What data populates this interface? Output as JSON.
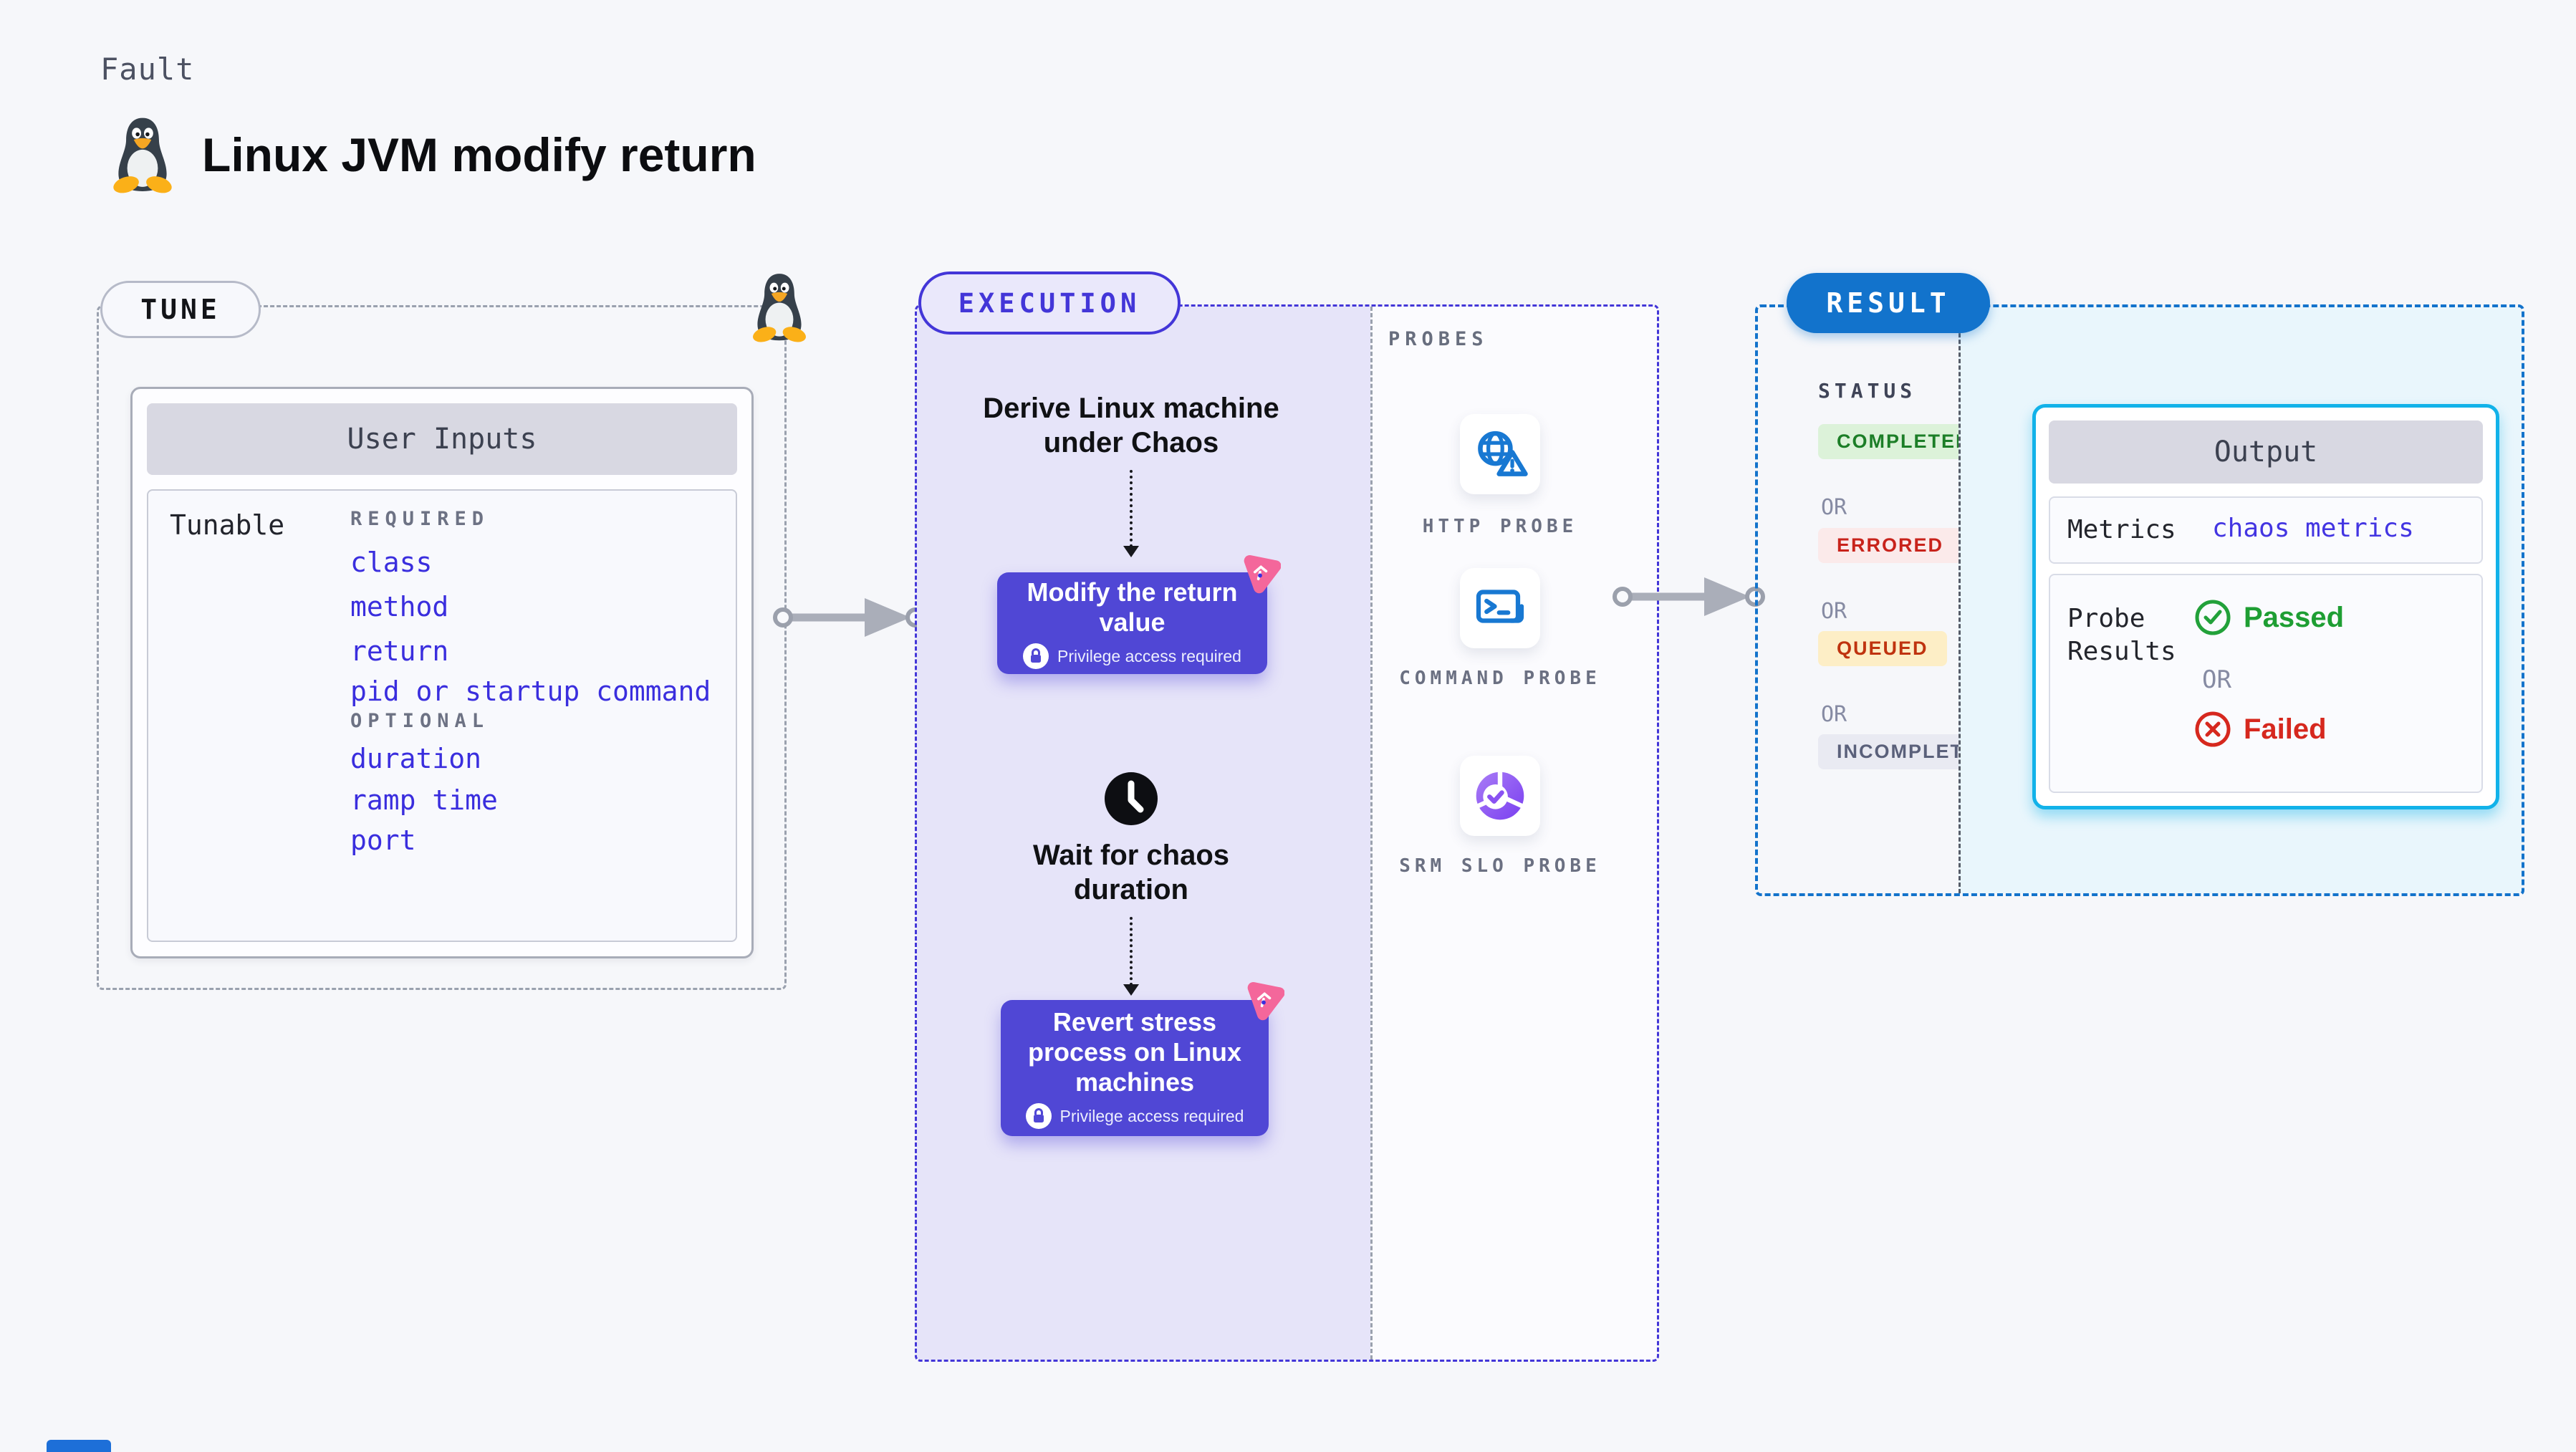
{
  "page": {
    "kicker": "Fault",
    "title": "Linux JVM modify return"
  },
  "colors": {
    "accent_indigo": "#5047d5",
    "execution_border": "#4336d8",
    "result_blue": "#1273cc",
    "output_border": "#12b2e9",
    "item_blue": "#3a2ede",
    "metrics_link_blue": "#4335e2",
    "passed_green": "#1e9e33",
    "failed_red": "#d6281e",
    "chaos_pink": "#f4679b",
    "bottom_strip_blue": "#1d6fd8"
  },
  "icons": {
    "tux": "tux-penguin-icon",
    "lock": "lock-icon",
    "chaos": "chaos-pinwheel-icon",
    "clock": "clock-icon",
    "globe": "globe-warning-icon",
    "terminal": "terminal-icon",
    "slo": "slo-donut-check-icon",
    "passed": "check-circle-icon",
    "failed": "x-circle-icon",
    "arrow": "flow-arrow-icon"
  },
  "tune": {
    "label": "TUNE",
    "card_title": "User Inputs",
    "row_label": "Tunable",
    "required_label": "REQUIRED",
    "required_items": [
      "class",
      "method",
      "return",
      "pid or startup command"
    ],
    "optional_label": "OPTIONAL",
    "optional_items": [
      "duration",
      "ramp time",
      "port"
    ]
  },
  "execution": {
    "label": "EXECUTION",
    "derive_step": "Derive Linux machine under Chaos",
    "modify_step": {
      "title": "Modify the return value",
      "badge": "Privilege access required"
    },
    "wait_step": "Wait for chaos duration",
    "revert_step": {
      "title": "Revert stress process on Linux machines",
      "badge": "Privilege access required"
    }
  },
  "probes": {
    "label": "PROBES",
    "items": [
      {
        "label": "HTTP PROBE",
        "icon": "globe-warning-icon"
      },
      {
        "label": "COMMAND PROBE",
        "icon": "terminal-icon"
      },
      {
        "label": "SRM SLO PROBE",
        "icon": "slo-donut-check-icon"
      }
    ]
  },
  "result": {
    "label": "RESULT",
    "status_label": "STATUS",
    "or_label": "OR",
    "statuses": [
      {
        "label": "COMPLETED",
        "fg": "#1c7e27",
        "bg": "#dcf2d9"
      },
      {
        "label": "ERRORED",
        "fg": "#c8231b",
        "bg": "#fbeaea"
      },
      {
        "label": "QUEUED",
        "fg": "#bf330f",
        "bg": "#fdeec6"
      },
      {
        "label": "INCOMPLETED",
        "fg": "#5a607a",
        "bg": "#e9eaf2"
      }
    ],
    "output": {
      "title": "Output",
      "metrics_label": "Metrics",
      "metrics_value": "chaos metrics",
      "probe_results_label": "Probe Results",
      "passed": "Passed",
      "or": "OR",
      "failed": "Failed"
    }
  }
}
